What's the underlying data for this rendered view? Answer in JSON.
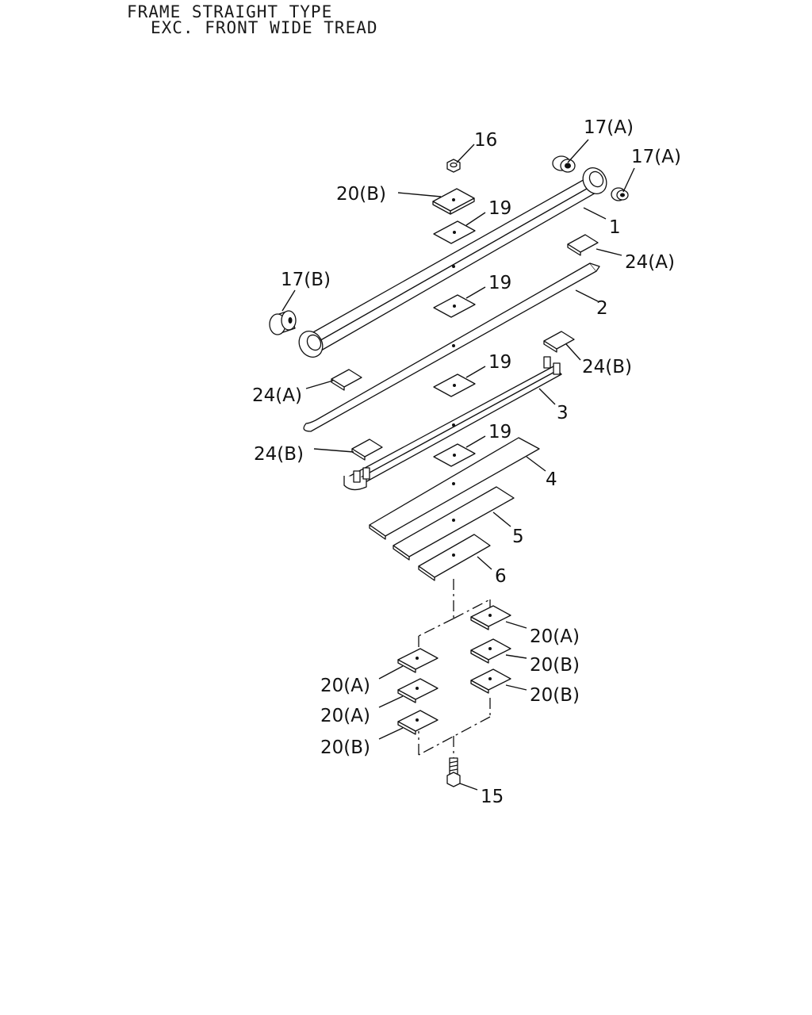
{
  "header": {
    "line1": "FRAME STRAIGHT TYPE",
    "line2": "EXC. FRONT WIDE TREAD"
  },
  "callouts": {
    "c16": "16",
    "c17a_1": "17(A)",
    "c17a_2": "17(A)",
    "c20b_top": "20(B)",
    "c19_1": "19",
    "c1": "1",
    "c24a_r": "24(A)",
    "c17b": "17(B)",
    "c19_2": "19",
    "c2": "2",
    "c24b_r": "24(B)",
    "c19_3": "19",
    "c24a_l": "24(A)",
    "c3": "3",
    "c24b_l": "24(B)",
    "c19_4": "19",
    "c4": "4",
    "c5": "5",
    "c6": "6",
    "c20a_r": "20(A)",
    "c20b_r1": "20(B)",
    "c20b_r2": "20(B)",
    "c20a_l1": "20(A)",
    "c20a_l2": "20(A)",
    "c20b_l": "20(B)",
    "c15": "15"
  }
}
